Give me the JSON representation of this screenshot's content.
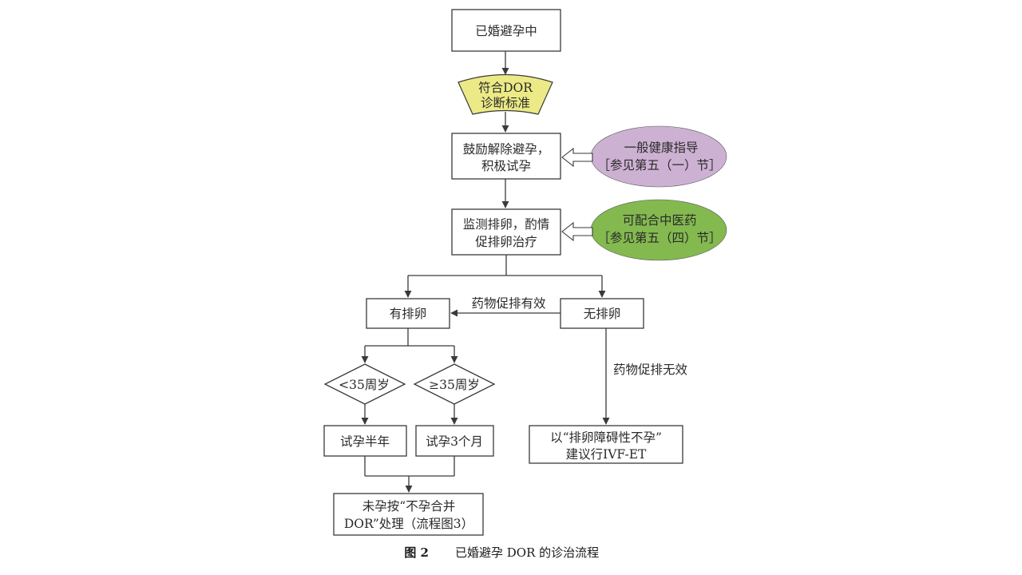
{
  "diagram": {
    "colors": {
      "criteria_fill": "#ecea86",
      "guidance_fill": "#cdb1d3",
      "tcm_fill": "#83b94f",
      "line": "#3a3a3a"
    },
    "nodes": {
      "start": "已婚避孕中",
      "criteria_line1": "符合DOR",
      "criteria_line2": "诊断标准",
      "encourage_line1": "鼓励解除避孕，",
      "encourage_line2": "积极试孕",
      "guidance_line1": "一般健康指导",
      "guidance_line2": "［参见第五（一）节］",
      "monitor_line1": "监测排卵，酌情",
      "monitor_line2": "促排卵治疗",
      "tcm_line1": "可配合中医药",
      "tcm_line2": "［参见第五（四）节］",
      "ovulation_yes": "有排卵",
      "ovulation_no": "无排卵",
      "age_under": "<35周岁",
      "age_over": "≥35周岁",
      "try_half_year": "试孕半年",
      "try_3_months": "试孕3个月",
      "unpregnant_line1": "未孕按“不孕合并",
      "unpregnant_line2": "DOR”处理（流程图3）",
      "ivf_line1": "以“排卵障碍性不孕”",
      "ivf_line2": "建议行IVF-ET"
    },
    "edge_labels": {
      "drug_effective": "药物促排有效",
      "drug_ineffective": "药物促排无效"
    },
    "caption": {
      "figure_number": "图 2",
      "title": "已婚避孕 DOR 的诊治流程"
    }
  }
}
